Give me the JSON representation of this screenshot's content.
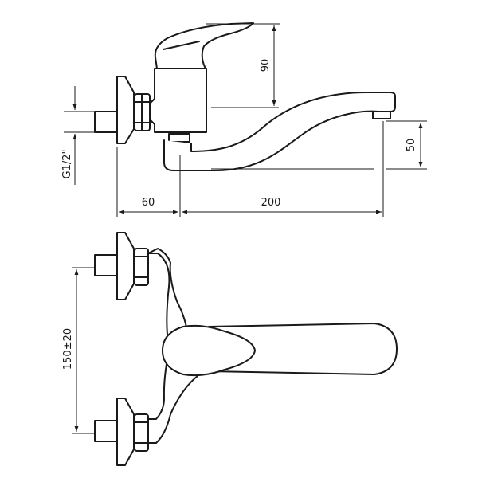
{
  "dimensions": {
    "thread_label": "G1/2\"",
    "height_90": "90",
    "height_50": "50",
    "length_60": "60",
    "length_200": "200",
    "spacing": "150±20"
  }
}
